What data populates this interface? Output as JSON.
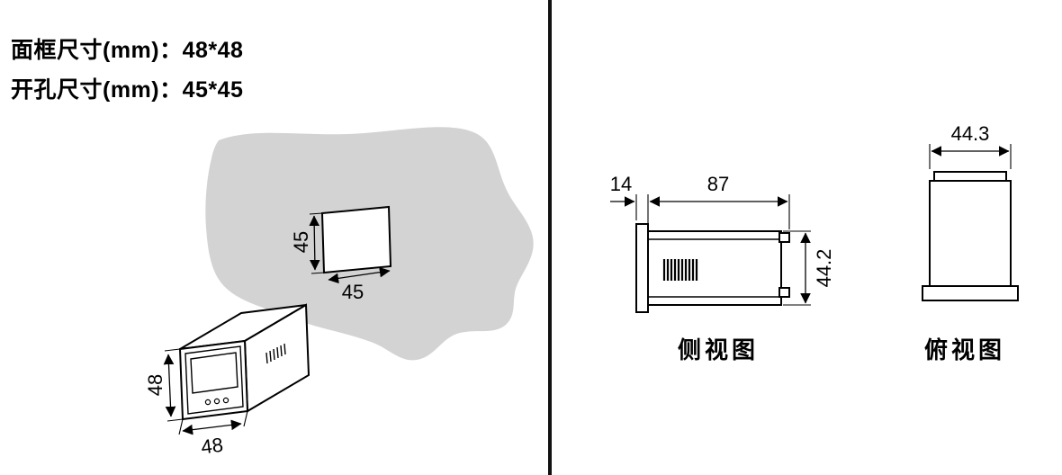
{
  "header": {
    "line1": "面框尺寸(mm)：48*48",
    "line2": "开孔尺寸(mm)：45*45"
  },
  "cutout": {
    "height": "45",
    "width": "45"
  },
  "meter": {
    "height": "48",
    "width": "48"
  },
  "side_view": {
    "caption": "侧视图",
    "flange_depth": "14",
    "body_depth": "87",
    "height": "44.2"
  },
  "top_view": {
    "caption": "俯视图",
    "width": "44.3"
  },
  "colors": {
    "panel_gray": "#d3d3d3",
    "line_black": "#000000"
  }
}
